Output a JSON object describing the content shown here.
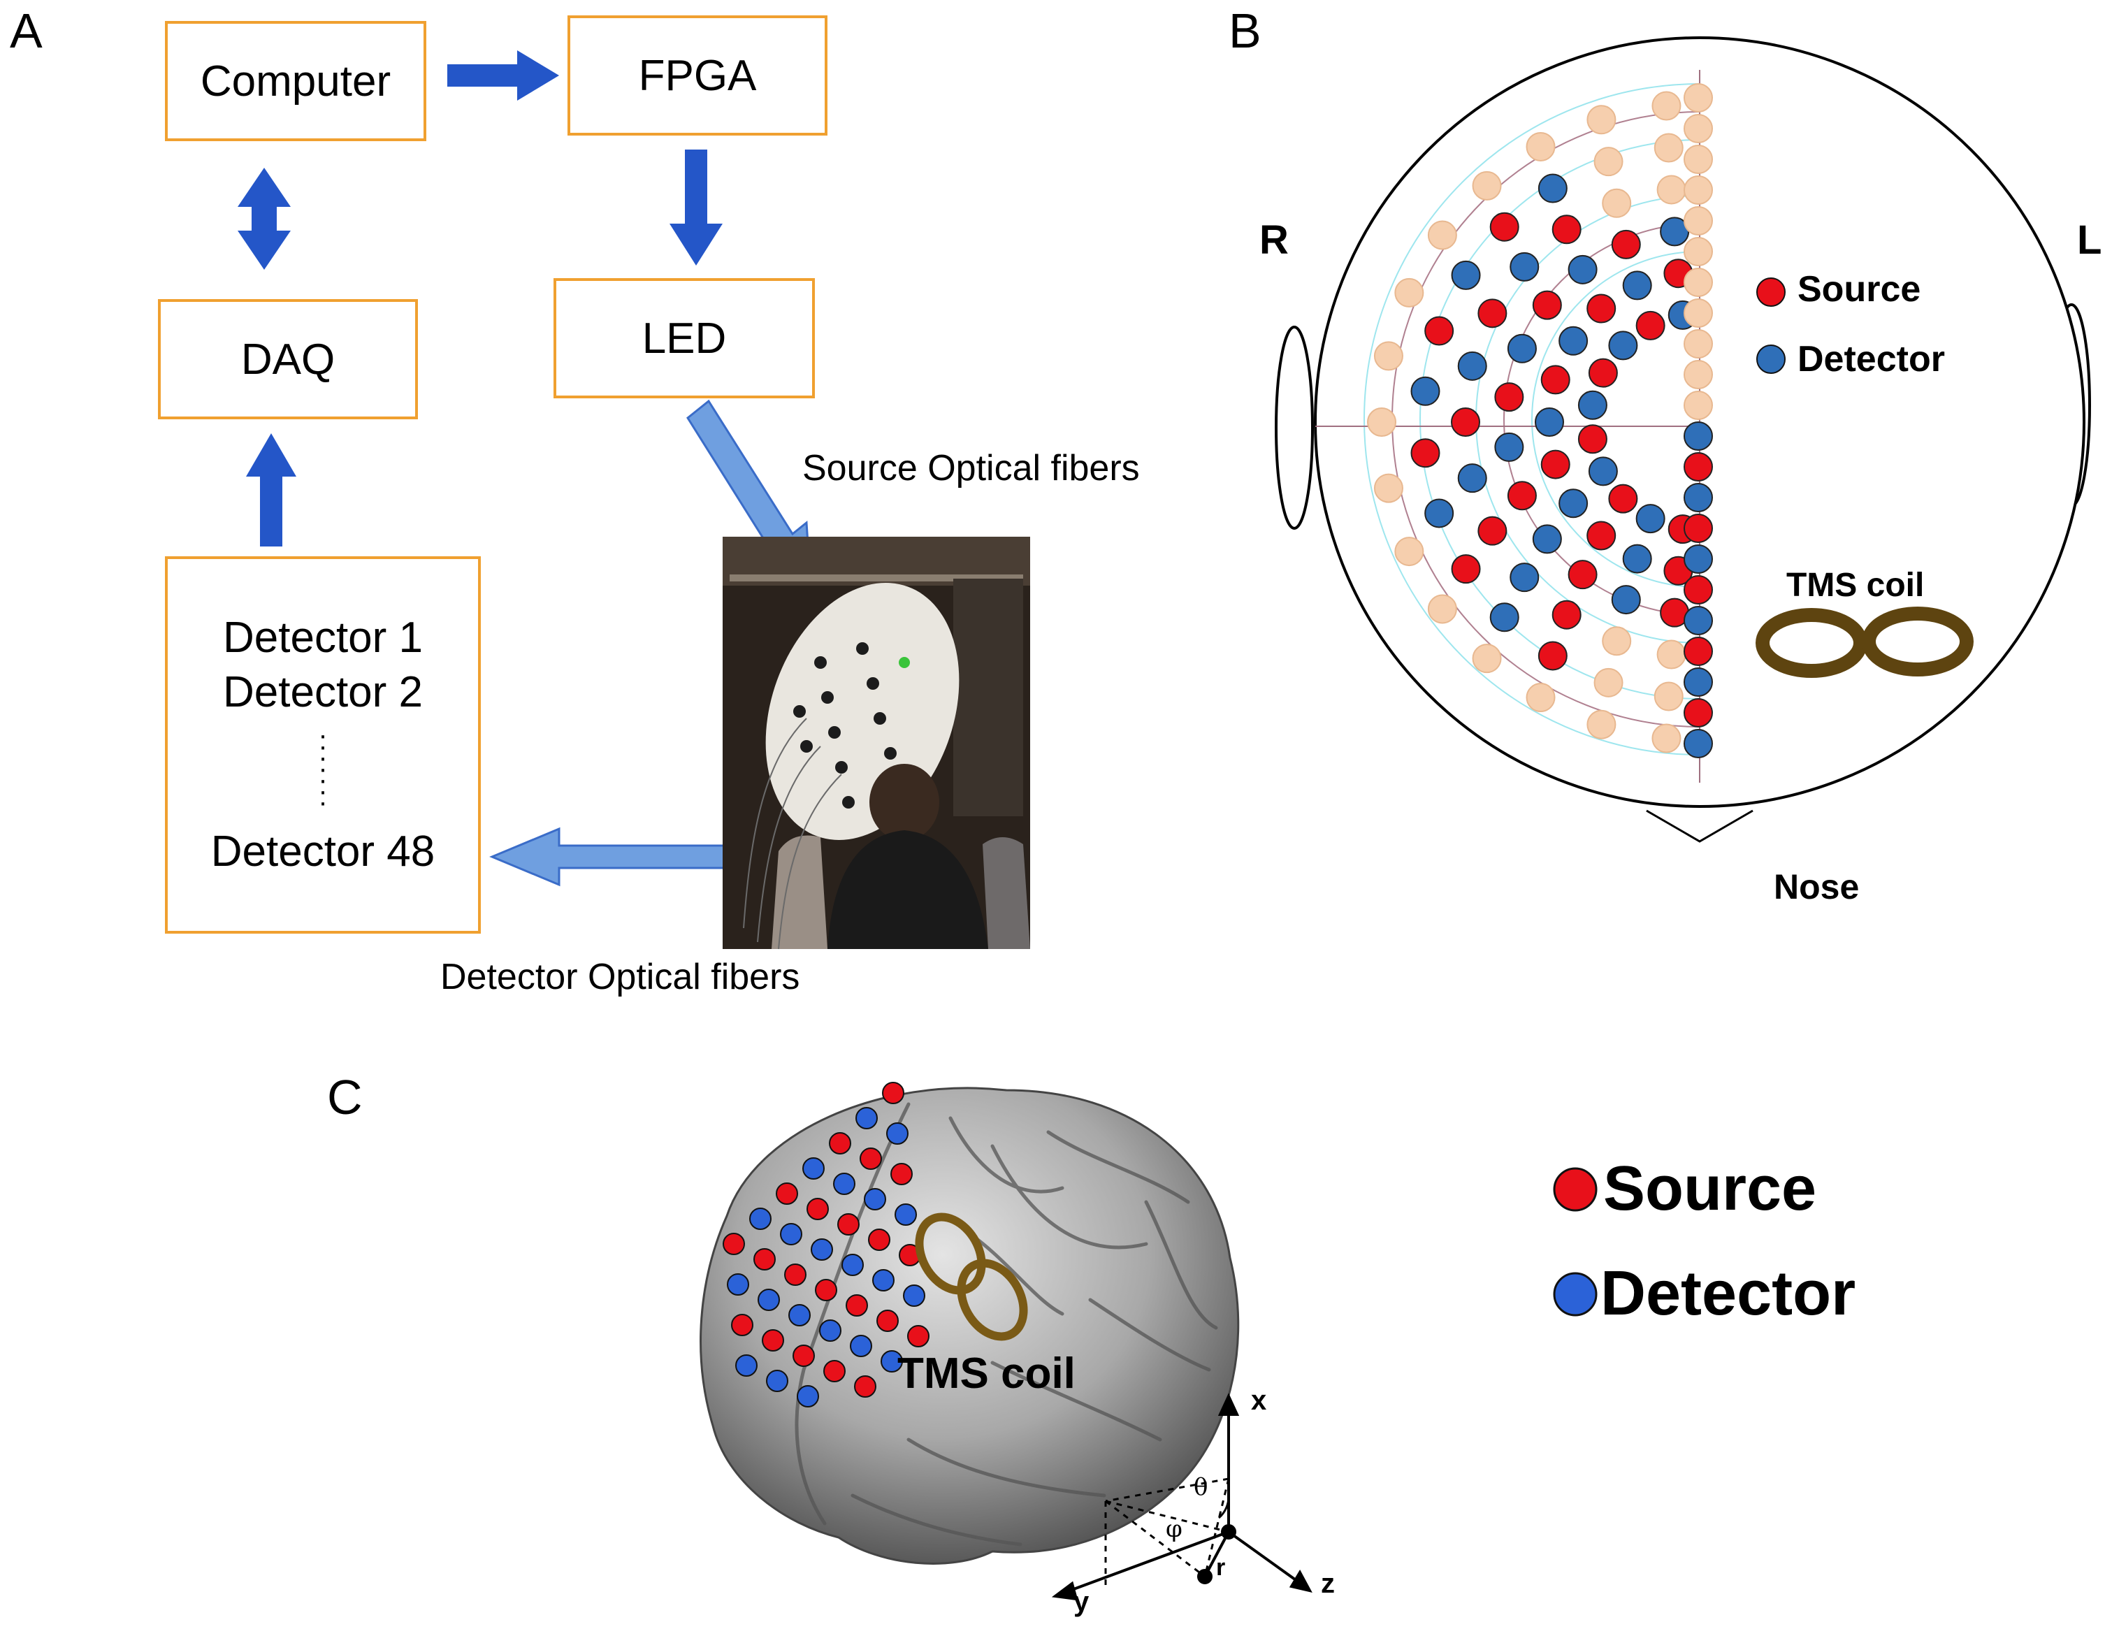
{
  "panels": {
    "a": "A",
    "b": "B",
    "c": "C"
  },
  "panel_a": {
    "computer": "Computer",
    "fpga": "FPGA",
    "daq": "DAQ",
    "led": "LED",
    "detectors": [
      "Detector 1",
      "Detector 2",
      "Detector 48"
    ],
    "source_fibers": "Source Optical fibers",
    "detector_fibers": "Detector Optical fibers"
  },
  "panel_b": {
    "right": "R",
    "left": "L",
    "nose": "Nose",
    "source": "Source",
    "detector": "Detector",
    "tms_coil": "TMS coil"
  },
  "panel_c": {
    "source": "Source",
    "detector": "Detector",
    "tms_coil": "TMS coil",
    "axes": {
      "x": "x",
      "y": "y",
      "z": "z",
      "theta": "θ",
      "phi": "φ",
      "r": "r"
    }
  },
  "colors": {
    "source": "#e8101a",
    "detector": "#2f6fb8",
    "unused": "#f6cfae",
    "box_border": "#f0a030",
    "arrow": "#2456c8",
    "coil": "#6a4a10"
  }
}
